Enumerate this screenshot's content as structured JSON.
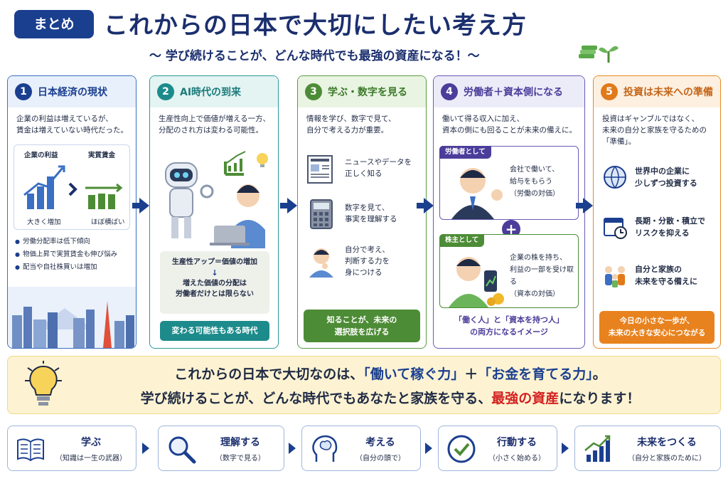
{
  "header": {
    "badge": "まとめ",
    "title": "これからの日本で大切にしたい考え方",
    "subtitle": "〜 学び続けることが、どんな時代でも最強の資産になる！〜"
  },
  "columns": [
    {
      "number": "1",
      "title": "日本経済の現状",
      "intro": [
        "企業の利益は増えているが、",
        "賃金は増えていない時代だった。"
      ],
      "chart_labels": {
        "left_title": "企業の利益",
        "right_title": "実質賃金",
        "left_caption": "大きく増加",
        "right_caption": "ほぼ横ばい"
      },
      "bullets": [
        "労働分配率は低下傾向",
        "物価上昇で実質賃金も伸び悩み",
        "配当や自社株買いは増加"
      ]
    },
    {
      "number": "2",
      "title": "AI時代の到来",
      "intro": [
        "生産性向上で価値が増える一方、",
        "分配のされ方は変わる可能性。"
      ],
      "box_line1": "生産性アップ＝価値の増加",
      "box_arrow": "↓",
      "box_line2": "増えた価値の分配は",
      "box_line3": "労働者だけとは限らない",
      "footer": "変わる可能性もある時代"
    },
    {
      "number": "3",
      "title": "学ぶ・数字を見る",
      "intro": [
        "情報を学び、数字で見て、",
        "自分で考える力が重要。"
      ],
      "rows": [
        {
          "icon": "newspaper-icon",
          "lines": [
            "ニュースやデータを",
            "正しく知る"
          ]
        },
        {
          "icon": "calculator-icon",
          "lines": [
            "数字を見て、",
            "事実を理解する"
          ]
        },
        {
          "icon": "thinking-person-icon",
          "lines": [
            "自分で考え、",
            "判断する力を",
            "身につける"
          ]
        }
      ],
      "footer": [
        "知ることが、未来の",
        "選択肢を広げる"
      ]
    },
    {
      "number": "4",
      "title": "労働者＋資本側になる",
      "intro": [
        "働いて得る収入に加え、",
        "資本の側にも回ることが未来の備えに。"
      ],
      "worker": {
        "tag": "労働者として",
        "lines": [
          "会社で働いて、",
          "給与をもらう",
          "（労働の対価）"
        ]
      },
      "plus": "+",
      "shareholder": {
        "tag": "株主として",
        "lines": [
          "企業の株を持ち、",
          "利益の一部を受け取る",
          "（資本の対価）"
        ]
      },
      "footer": [
        "「働く人」と「資本を持つ人」",
        "の両方になるイメージ"
      ]
    },
    {
      "number": "5",
      "title": "投資は未来への準備",
      "intro": [
        "投資はギャンブルではなく、",
        "未来の自分と家族を守るための",
        "「準備」。"
      ],
      "rows": [
        {
          "icon": "globe-icon",
          "lines": [
            "世界中の企業に",
            "少しずつ投資する"
          ]
        },
        {
          "icon": "calendar-clock-icon",
          "lines": [
            "長期・分散・積立で",
            "リスクを抑える"
          ]
        },
        {
          "icon": "family-icon",
          "lines": [
            "自分と家族の",
            "未来を守る備えに"
          ]
        }
      ],
      "footer": [
        "今日の小さな一歩が、",
        "未来の大きな安心につながる"
      ]
    }
  ],
  "summary": {
    "l1_a": "これからの日本で大切なのは、",
    "l1_b": "「働いて稼ぐ力」",
    "l1_c": "＋",
    "l1_d": "「お金を育てる力」",
    "l1_e": "。",
    "l2_a": "学び続けることが、どんな時代でもあなたと家族を守る、",
    "l2_b": "最強の資産",
    "l2_c": "になります！"
  },
  "steps": [
    {
      "icon": "book-icon",
      "title": "学ぶ",
      "sub": "（知識は一生の武器）"
    },
    {
      "icon": "magnifier-icon",
      "title": "理解する",
      "sub": "（数字で見る）"
    },
    {
      "icon": "brain-head-icon",
      "title": "考える",
      "sub": "（自分の頭で）"
    },
    {
      "icon": "checkmark-icon",
      "title": "行動する",
      "sub": "（小さく始める）"
    },
    {
      "icon": "growth-chart-icon",
      "title": "未来をつくる",
      "sub": "（自分と家族のために）"
    }
  ],
  "colors": {
    "navy": "#1b3f8f",
    "teal": "#1d8b8b",
    "green": "#4d8c36",
    "purple": "#4b3d9a",
    "orange": "#e07a1a",
    "red": "#d42020",
    "band": "#fdf3d2"
  }
}
